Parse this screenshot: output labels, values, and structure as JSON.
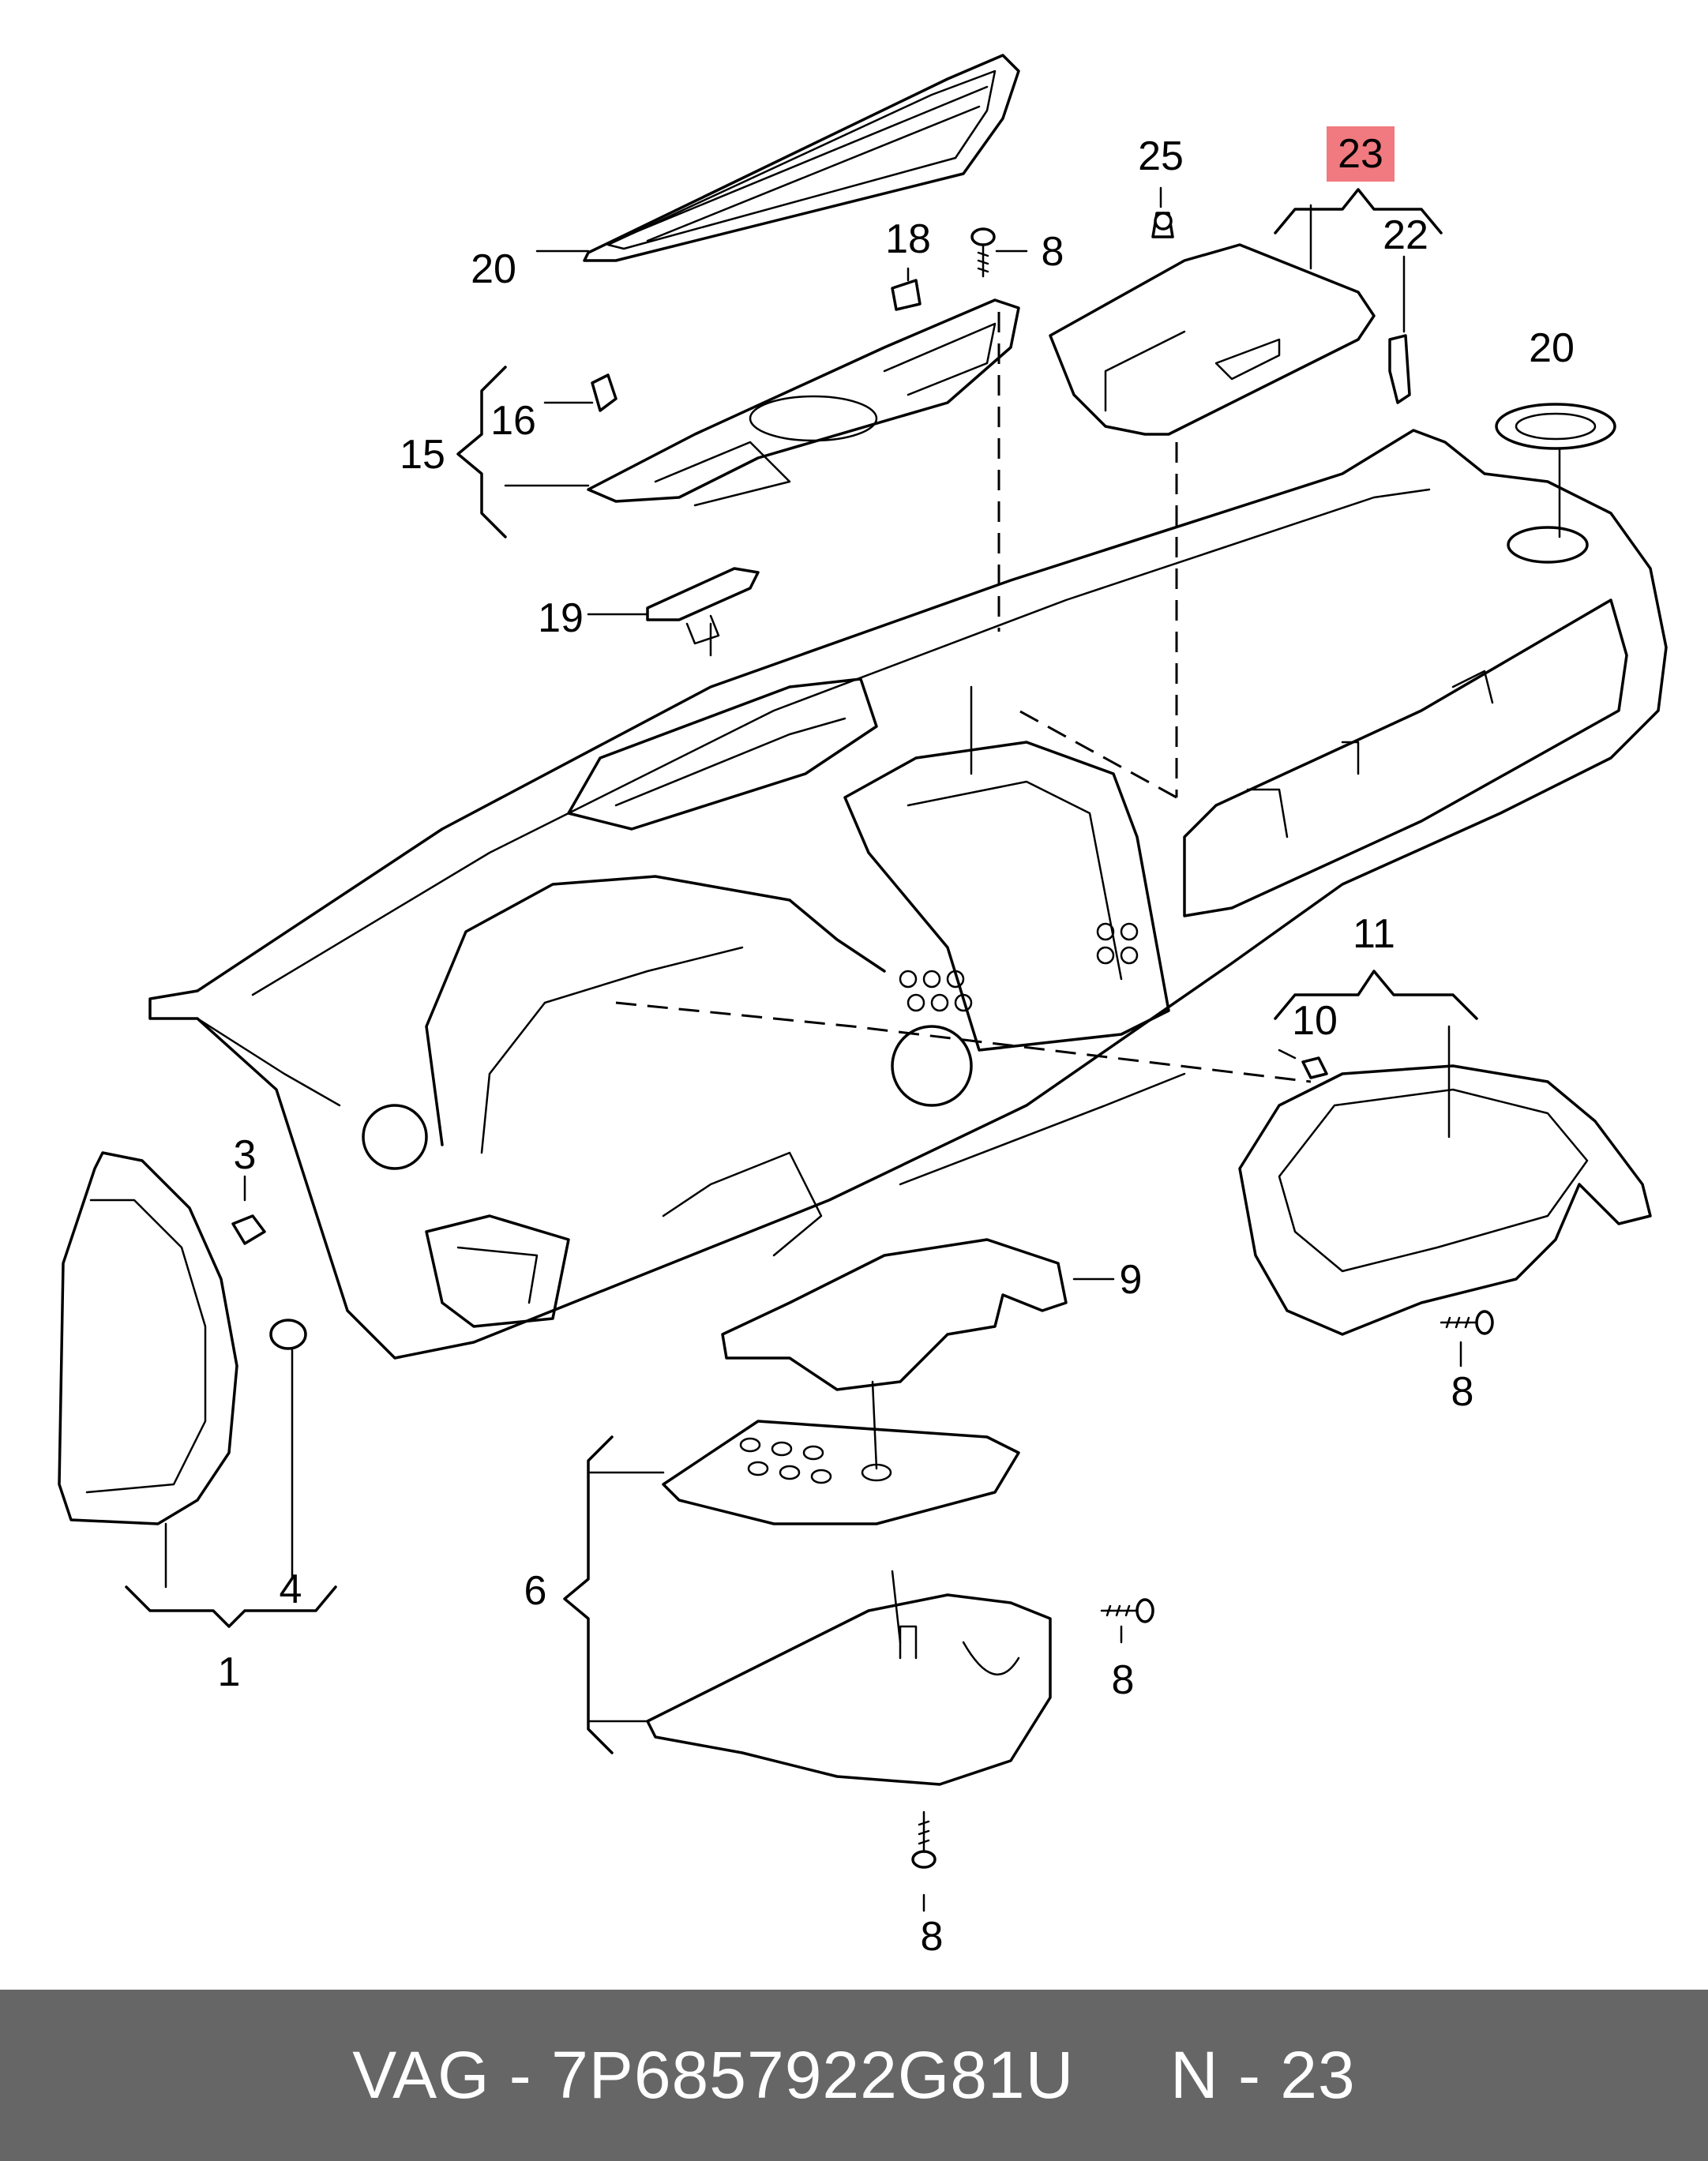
{
  "callouts": {
    "c1": "1",
    "c3": "3",
    "c4": "4",
    "c6": "6",
    "c8a": "8",
    "c8b": "8",
    "c8c": "8",
    "c8d": "8",
    "c9": "9",
    "c10": "10",
    "c11": "11",
    "c15": "15",
    "c16": "16",
    "c18": "18",
    "c19": "19",
    "c20a": "20",
    "c20b": "20",
    "c22": "22",
    "c23": "23",
    "c25": "25"
  },
  "highlight": {
    "part": "23",
    "color": "#f07a7f"
  },
  "footer": {
    "brand": "VAG",
    "part_number": "7P6857922G81U",
    "position": "N - 23",
    "text": "VAG - 7P6857922G81U     N - 23",
    "background": "#666666"
  }
}
